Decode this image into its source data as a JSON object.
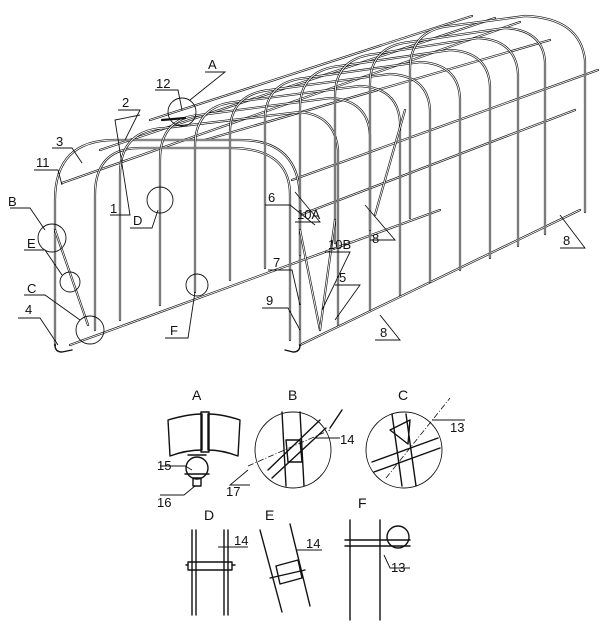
{
  "part_labels": {
    "p1": "1",
    "p2": "2",
    "p3": "3",
    "p4": "4",
    "p5": "5",
    "p6": "6",
    "p7": "7",
    "p8a": "8",
    "p8b": "8",
    "p8c": "8",
    "p9": "9",
    "p10a": "10A",
    "p10b": "10B",
    "p11": "11",
    "p12": "12"
  },
  "callout_labels": {
    "A": "A",
    "B": "B",
    "C": "C",
    "D": "D",
    "E": "E",
    "F": "F"
  },
  "detail_captions": {
    "A": "A",
    "B": "B",
    "C": "C",
    "D": "D",
    "E": "E",
    "F": "F"
  },
  "detail_labels": {
    "a15": "15",
    "a16": "16",
    "b14": "14",
    "b17": "17",
    "c13": "13",
    "d14": "14",
    "e14": "14",
    "f13": "13"
  }
}
